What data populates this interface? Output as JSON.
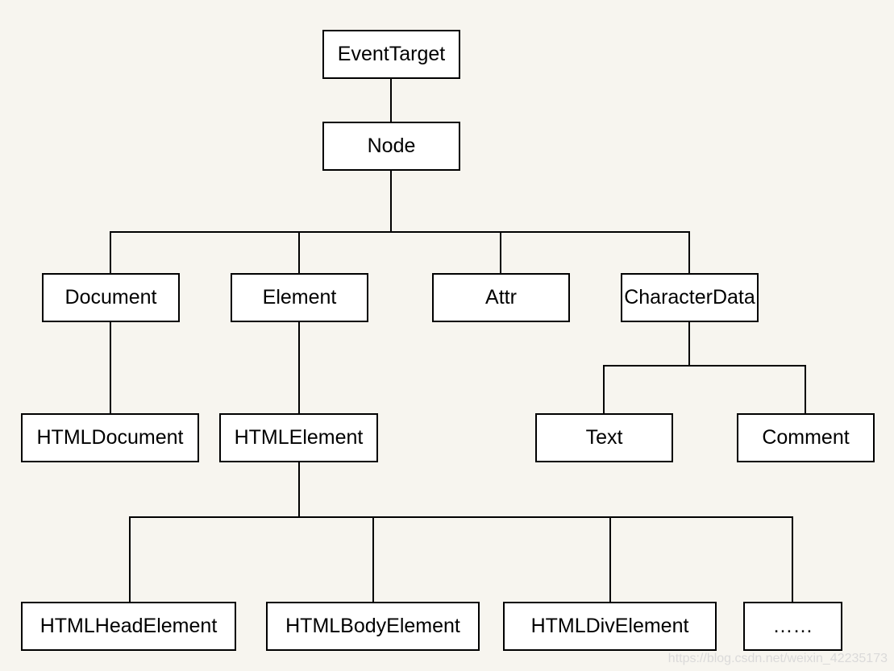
{
  "diagram": {
    "nodes": {
      "eventtarget": "EventTarget",
      "node": "Node",
      "document": "Document",
      "element": "Element",
      "attr": "Attr",
      "characterdata": "CharacterData",
      "htmldocument": "HTMLDocument",
      "htmlelement": "HTMLElement",
      "text": "Text",
      "comment": "Comment",
      "htmlheadelement": "HTMLHeadElement",
      "htmlbodyelement": "HTMLBodyElement",
      "htmldivelement": "HTMLDivElement",
      "more": "……"
    }
  },
  "watermark": "https://blog.csdn.net/weixin_42235173",
  "colors": {
    "background": "#f7f5ef",
    "box_fill": "#ffffff",
    "stroke": "#000000"
  }
}
